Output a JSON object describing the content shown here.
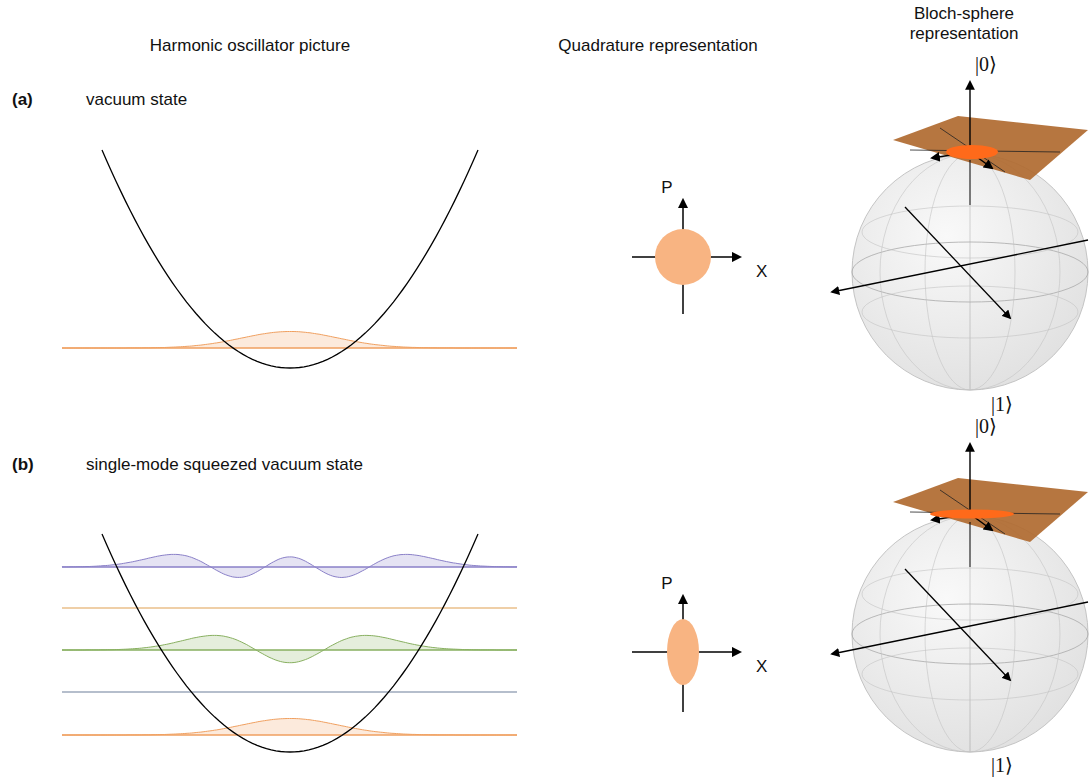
{
  "diagram": {
    "labels": [
      "Harmonic oscillator picture",
      "Quadrature representation",
      "Bloch-sphere representation",
      "(a)",
      "vacuum state",
      "P",
      "X",
      "|0⟩",
      "|1⟩",
      "(b)",
      "single-mode squeezed vacuum state",
      "P",
      "X",
      "|0⟩",
      "|1⟩"
    ]
  }
}
